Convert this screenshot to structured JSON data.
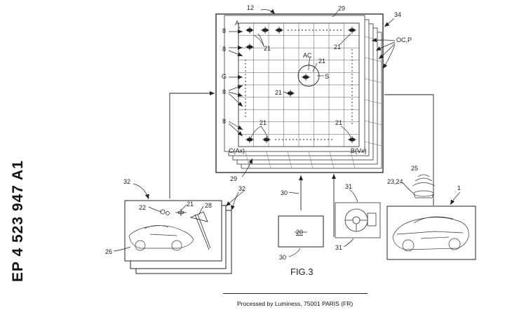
{
  "document": {
    "publication_number": "EP 4 523 947 A1",
    "figure_caption": "FIG.3",
    "footer_text": "Processed by Luminess, 75001 PARIS (FR)"
  },
  "labels": {
    "ref_12": "12",
    "ref_29_top": "29",
    "ref_34": "34",
    "ref_oc_p": "OC,P",
    "ref_a": "A",
    "ref_8_a": "8",
    "ref_8_b": "8",
    "ref_8_c": "8",
    "ref_8_d": "8",
    "ref_g": "G",
    "ref_21_a": "21",
    "ref_21_b": "21",
    "ref_21_c": "21",
    "ref_21_d": "21",
    "ref_21_e": "21",
    "ref_21_f": "21",
    "ref_ac": "AC",
    "ref_s": "S",
    "ref_c_ax": "C(Ax)",
    "ref_b_vx": "B(Vx)",
    "ref_29_bottom": "29",
    "ref_30_top": "30",
    "ref_30_bottom": "30",
    "ref_20": "20",
    "ref_31_top": "31",
    "ref_31_bottom": "31",
    "ref_32_a": "32",
    "ref_32_b": "32",
    "ref_22": "22",
    "ref_21_g": "21",
    "ref_28": "28",
    "ref_26": "26",
    "ref_25": "25",
    "ref_23_24": "23,24",
    "ref_1": "1"
  }
}
